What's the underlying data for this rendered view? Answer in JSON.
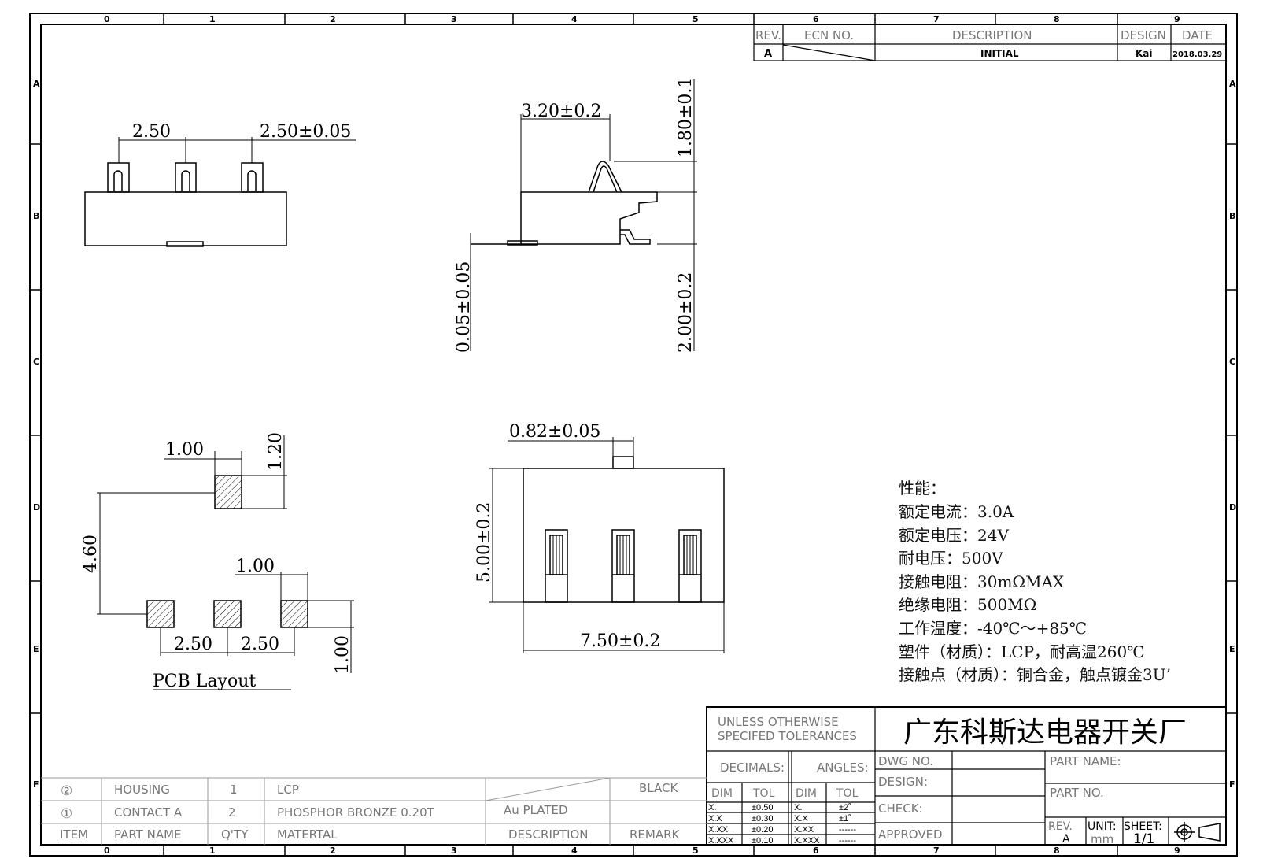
{
  "zones": {
    "top": [
      "0",
      "1",
      "2",
      "3",
      "4",
      "5",
      "6",
      "7",
      "8",
      "9"
    ],
    "side": [
      "A",
      "B",
      "C",
      "D",
      "E",
      "F"
    ]
  },
  "revision_block": {
    "headers": {
      "rev": "REV.",
      "ecn": "ECN NO.",
      "desc": "DESCRIPTION",
      "design": "DESIGN",
      "date": "DATE"
    },
    "row": {
      "rev": "A",
      "desc": "INITIAL",
      "design": "Kai",
      "date": "2018.03.29"
    }
  },
  "dimensions": {
    "front_pitch_left": "2.50",
    "front_pitch_right": "2.50±0.05",
    "side_width": "3.20±0.2",
    "side_lever_height": "1.80±0.1",
    "side_body_height": "2.00±0.2",
    "side_terminal_thickness": "0.05±0.05",
    "pcb_pad_top_width": "1.00",
    "pcb_pad_top_height": "1.20",
    "pcb_vertical_offset": "4.60",
    "pcb_pad_bottom_width": "1.00",
    "pcb_pitch_left": "2.50",
    "pcb_pitch_right": "2.50",
    "pcb_pad_bottom_height": "1.00",
    "top_lever_width": "0.82±0.05",
    "top_body_depth": "5.00±0.2",
    "top_body_length": "7.50±0.2"
  },
  "pcb_title": "PCB Layout",
  "specs": {
    "heading": "性能：",
    "lines": [
      "额定电流：3.0A",
      "额定电压：24V",
      "耐电压：500V",
      "接触电阻：30mΩMAX",
      "绝缘电阻：500MΩ",
      "工作温度：-40℃～+85℃",
      "塑件（材质）：LCP，耐高温260℃",
      "接触点（材质）：铜合金，触点镀金3U’"
    ]
  },
  "title_block": {
    "tolerance_note_1": "UNLESS OTHERWISE",
    "tolerance_note_2": "SPECIFED TOLERANCES",
    "company": "广东科斯达电器开关厂",
    "decimals": "DECIMALS:",
    "angles": "ANGLES:",
    "dim": "DIM",
    "tol": "TOL",
    "decimal_rows": [
      {
        "dim": "X.",
        "tol": "±0.50"
      },
      {
        "dim": "X.X",
        "tol": "±0.30"
      },
      {
        "dim": "X.XX",
        "tol": "±0.20"
      },
      {
        "dim": "X.XXX",
        "tol": "±0.10"
      }
    ],
    "angle_rows": [
      {
        "dim": "X.",
        "tol": "±2˚"
      },
      {
        "dim": "X.X",
        "tol": "±1˚"
      },
      {
        "dim": "X.XX",
        "tol": "------"
      },
      {
        "dim": "X.XXX",
        "tol": "------"
      }
    ],
    "dwg_no": "DWG NO.",
    "design": "DESIGN:",
    "check": "CHECK:",
    "approved": "APPROVED",
    "part_name": "PART NAME:",
    "part_no": "PART NO.",
    "rev_label": "REV.",
    "rev_value": "A",
    "unit_label": "UNIT:",
    "unit_value": "mm",
    "sheet_label": "SHEET:",
    "sheet_value": "1/1"
  },
  "bom": {
    "rows": [
      {
        "item": "②",
        "part": "HOUSING",
        "qty": "1",
        "material": "LCP",
        "description": "",
        "remark": "BLACK"
      },
      {
        "item": "①",
        "part": "CONTACT A",
        "qty": "2",
        "material": "PHOSPHOR BRONZE 0.20T",
        "description": "Au PLATED",
        "remark": ""
      }
    ],
    "header": {
      "item": "ITEM",
      "part": "PART NAME",
      "qty": "Q'TY",
      "material": "MATERTAL",
      "description": "DESCRIPTION",
      "remark": "REMARK"
    }
  }
}
